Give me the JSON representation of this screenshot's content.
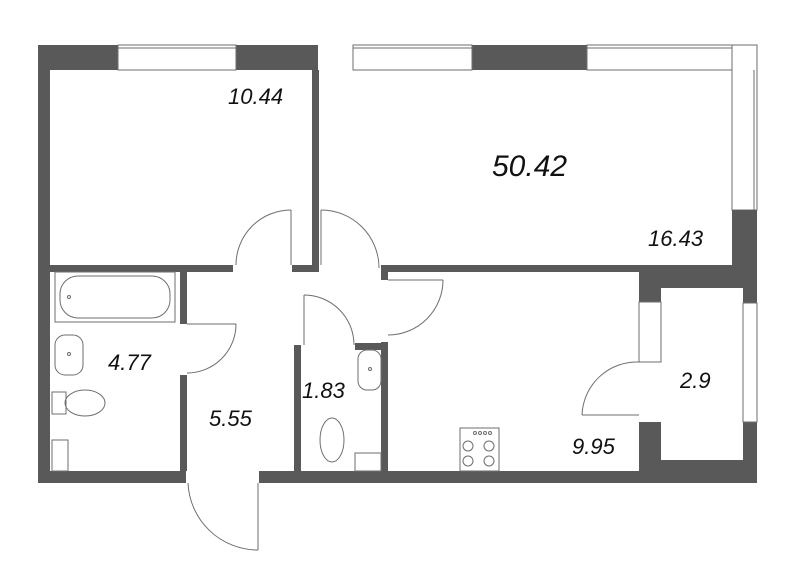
{
  "plan": {
    "total_area": "50.42",
    "rooms": [
      {
        "id": "bedroom",
        "area": "10.44"
      },
      {
        "id": "living-room",
        "area": "16.43"
      },
      {
        "id": "bathroom",
        "area": "4.77"
      },
      {
        "id": "hallway",
        "area": "5.55"
      },
      {
        "id": "toilet",
        "area": "1.83"
      },
      {
        "id": "kitchen",
        "area": "9.95"
      },
      {
        "id": "balcony",
        "area": "2.9"
      }
    ],
    "colors": {
      "wall": "#595959",
      "line": "#6e6e6e",
      "background": "#ffffff"
    }
  }
}
